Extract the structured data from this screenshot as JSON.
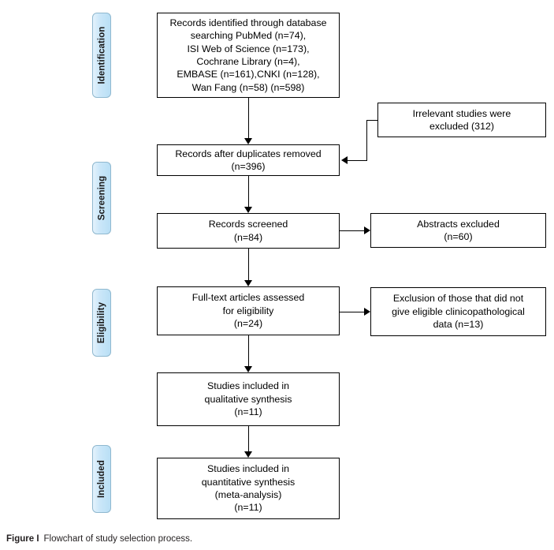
{
  "figure": {
    "caption_label": "Figure I",
    "caption_text": "Flowchart of study selection process.",
    "colors": {
      "stage_pill_fill_start": "#e4f2fc",
      "stage_pill_fill_end": "#b9dff5",
      "stage_pill_border": "#8fb8cf",
      "box_border": "#000000",
      "box_fill": "#ffffff",
      "connector": "#000000",
      "caption_text": "#231f20"
    }
  },
  "stages": [
    {
      "id": "identification",
      "label": "Identification"
    },
    {
      "id": "screening",
      "label": "Screening"
    },
    {
      "id": "eligibility",
      "label": "Eligibility"
    },
    {
      "id": "included",
      "label": "Included"
    }
  ],
  "main_boxes": [
    {
      "id": "records-identified",
      "text": "Records identified through database\nsearching PubMed (n=74),\nISI Web of Science (n=173),\nCochrane Library (n=4),\nEMBASE (n=161),CNKI (n=128),\nWan Fang (n=58) (n=598)"
    },
    {
      "id": "records-after-duplicates",
      "text": "Records after duplicates removed\n(n=396)"
    },
    {
      "id": "records-screened",
      "text": "Records screened\n(n=84)"
    },
    {
      "id": "fulltext-assessed",
      "text": "Full-text articles assessed\nfor eligibility\n(n=24)"
    },
    {
      "id": "qualitative-synthesis",
      "text": "Studies included in\nqualitative synthesis\n(n=11)"
    },
    {
      "id": "quantitative-synthesis",
      "text": "Studies included in\nquantitative synthesis\n(meta-analysis)\n(n=11)"
    }
  ],
  "exclusion_boxes": [
    {
      "id": "irrelevant-excluded",
      "text": "Irrelevant studies were\nexcluded (312)"
    },
    {
      "id": "abstracts-excluded",
      "text": "Abstracts excluded\n(n=60)"
    },
    {
      "id": "clinicopathological-excluded",
      "text": "Exclusion of those that did not\ngive eligible clinicopathological\ndata (n=13)"
    }
  ],
  "counts": {
    "pubmed": 74,
    "isi_web_of_science": 173,
    "cochrane_library": 4,
    "embase": 161,
    "cnki": 128,
    "wan_fang": 58,
    "total_identified": 598,
    "irrelevant_excluded": 312,
    "after_duplicates_removed": 396,
    "records_screened": 84,
    "abstracts_excluded": 60,
    "fulltext_assessed": 24,
    "clinicopathological_excluded": 13,
    "qualitative_synthesis": 11,
    "quantitative_synthesis": 11
  }
}
